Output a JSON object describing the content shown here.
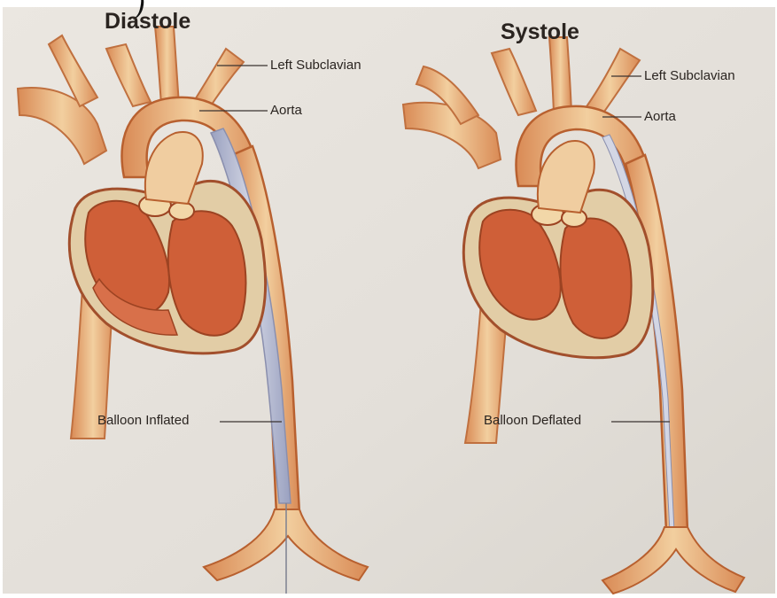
{
  "header_glyph": ")",
  "panels": [
    {
      "title": "Diastole",
      "labels": {
        "subclavian": "Left Subclavian",
        "aorta": "Aorta",
        "balloon": "Balloon Inflated"
      }
    },
    {
      "title": "Systole",
      "labels": {
        "subclavian": "Left Subclavian",
        "aorta": "Aorta",
        "balloon": "Balloon Deflated"
      }
    }
  ],
  "colors": {
    "paper": "#e9e5df",
    "vessel_outer": "#e8b98c",
    "vessel_inner": "#c96a3a",
    "muscle": "#cf5f38",
    "myocardium_tissue": "#e6d2ae",
    "balloon_inflated": "#aeb4cc"
  }
}
